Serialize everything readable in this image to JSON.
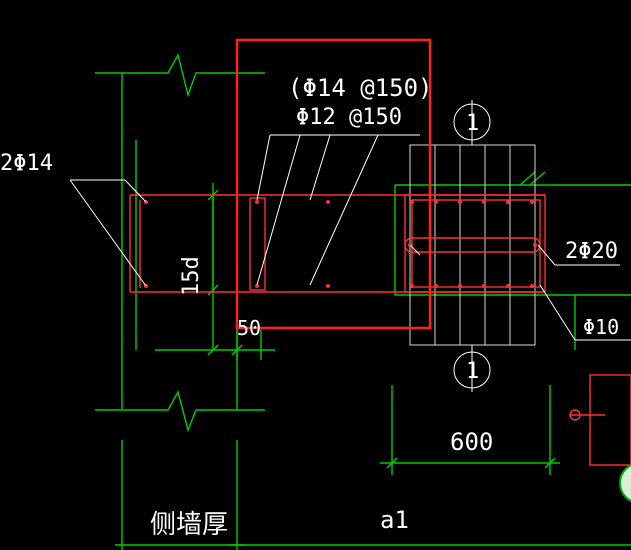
{
  "colors": {
    "background": "#000000",
    "wall_lines": "#00cc00",
    "rebar": "#ff3030",
    "leaders": "#ffffff",
    "selection": "#ff2020",
    "stirrups": "#e8e8e8"
  },
  "labels": {
    "rebar_top_bracket": "(Φ14 @150)",
    "rebar_top": "Φ12 @150",
    "rebar_left": "2Φ14",
    "anchor_length": "15d",
    "offset": "50",
    "rebar_right_pair": "2Φ20",
    "stirrup": "Φ10 @",
    "section_top": "1",
    "section_bottom": "1",
    "width_dim": "600",
    "side_wall_thickness": "侧墙厚",
    "a1_dim": "a1"
  }
}
